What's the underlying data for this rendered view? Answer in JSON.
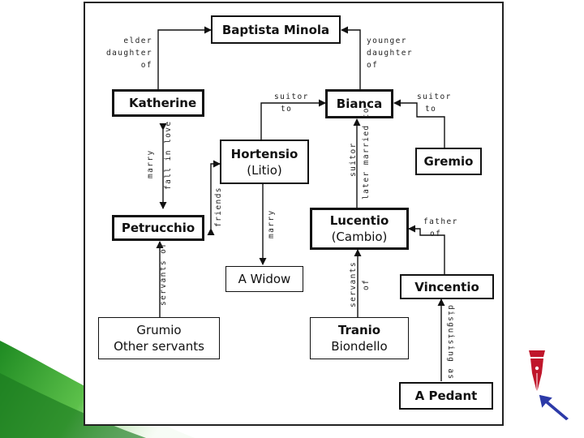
{
  "nodes": {
    "baptista": "Baptista Minola",
    "katherine": "Katherine",
    "bianca": "Bianca",
    "hortensio": "Hortensio",
    "hortensio_alias": "(Litio)",
    "gremio": "Gremio",
    "petrucchio": "Petrucchio",
    "lucentio": "Lucentio",
    "lucentio_alias": "(Cambio)",
    "widow": "A Widow",
    "vincentio": "Vincentio",
    "grumio": "Grumio",
    "other_servants": "Other servants",
    "tranio": "Tranio",
    "biondello": "Biondello",
    "pedant": "A Pedant"
  },
  "relations": {
    "elder_1": "elder",
    "elder_2": "daughter",
    "elder_3": "of",
    "younger_1": "younger",
    "younger_2": "daughter",
    "younger_3": "of",
    "suitor_left_1": "suitor",
    "suitor_left_2": "to",
    "suitor_right_1": "suitor",
    "suitor_right_2": "to",
    "marry_kp": "marry",
    "fall_in_love": "fall in love",
    "friends": "friends",
    "marry_hw": "marry",
    "suitor_vert": "suitor",
    "later_married_to": "later married to",
    "father_of_1": "father",
    "father_of_2": "of",
    "servants_of_left": "servants of",
    "servants_mid_1": "servants",
    "servants_mid_2": "of",
    "disguising_as": "disguising as"
  },
  "icons": {
    "pen": "fountain-pen-nib-icon",
    "cursor": "arrow-cursor-icon"
  },
  "colors": {
    "swoosh_green": "#2e9a2e",
    "pen_red": "#c0162b",
    "cursor_blue": "#2c3aa8"
  }
}
